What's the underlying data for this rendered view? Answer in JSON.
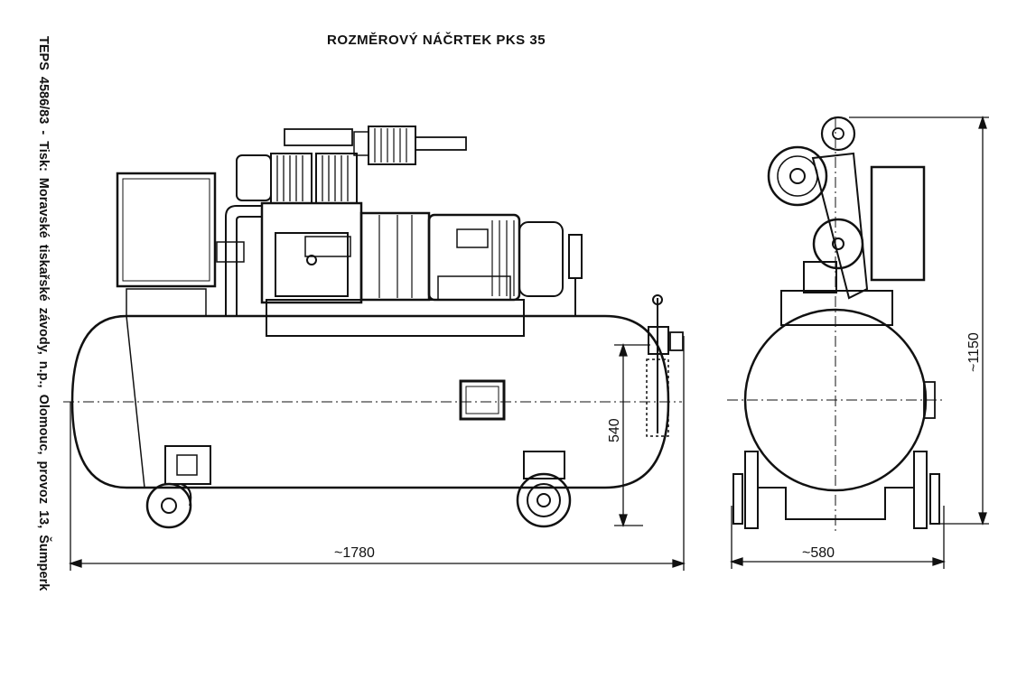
{
  "document": {
    "title": "ROZMĚROVÝ NÁČRTEK PKS 35",
    "side_imprint": "TEPS 4586/83 - Tisk: Moravské tiskařské závody, n.p., Olomouc, provoz 13, Šumperk"
  },
  "dimensions": {
    "length": "~1780",
    "width": "~580",
    "height": "~1150",
    "tank_height": "540"
  }
}
